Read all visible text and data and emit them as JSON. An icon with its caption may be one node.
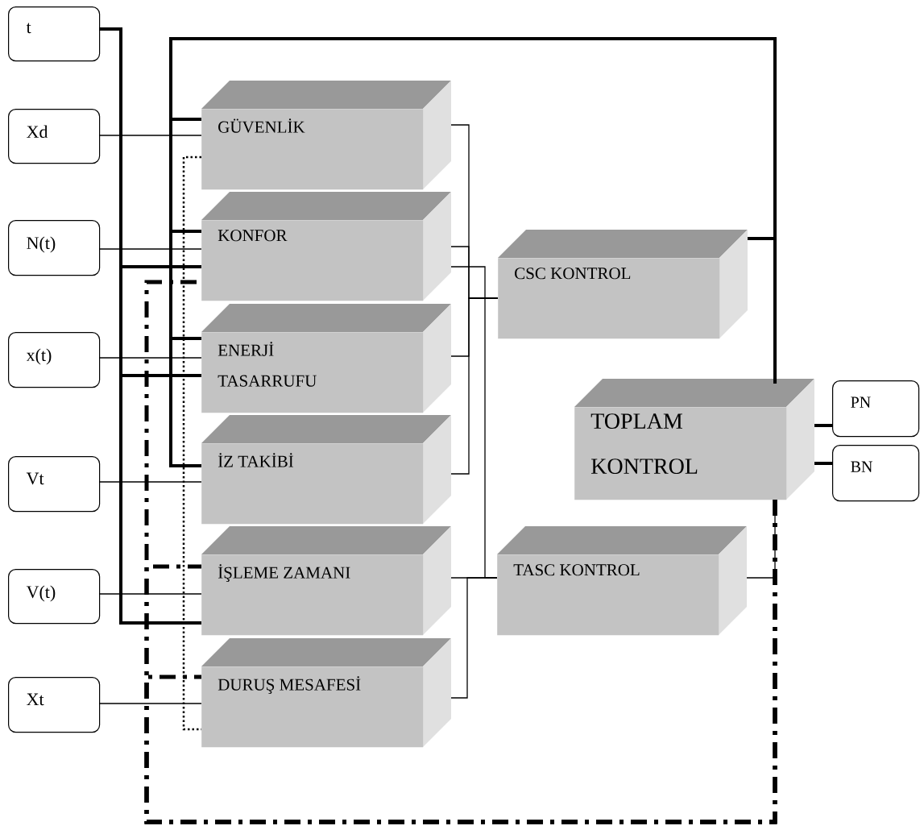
{
  "diagram": {
    "nodes": [
      {
        "text": [
          "t"
        ]
      },
      {
        "text": [
          "Xd"
        ]
      },
      {
        "text": [
          "N(t)"
        ]
      },
      {
        "text": [
          "x(t)"
        ]
      },
      {
        "text": [
          "Vt"
        ]
      },
      {
        "text": [
          "V(t)"
        ]
      },
      {
        "text": [
          "Xt"
        ]
      },
      {
        "text": [
          "GÜVENLİK"
        ]
      },
      {
        "text": [
          "KONFOR"
        ]
      },
      {
        "text": [
          "ENERJİ TASARRUFU"
        ]
      },
      {
        "text": [
          "İZ TAKİBİ"
        ]
      },
      {
        "text": [
          "İŞLEME ZAMANI"
        ]
      },
      {
        "text": [
          "DURUŞ MESAFESİ"
        ]
      },
      {
        "text": [
          "CSC KONTROL"
        ]
      },
      {
        "text": [
          "TOPLAM KONTROL"
        ]
      },
      {
        "text": [
          "TASC KONTROL"
        ]
      },
      {
        "text": [
          "PN"
        ]
      },
      {
        "text": [
          "BN"
        ]
      }
    ],
    "edges": [
      {
        "from": 1,
        "to": 7,
        "arrow": "none"
      },
      {
        "from": 2,
        "to": 8,
        "arrow": "none"
      },
      {
        "from": 3,
        "to": 9,
        "arrow": "none"
      },
      {
        "from": 4,
        "to": 10,
        "arrow": "none"
      },
      {
        "from": 5,
        "to": 11,
        "arrow": "none"
      },
      {
        "from": 6,
        "to": 12,
        "arrow": "none"
      },
      {
        "from": 0,
        "to": 8,
        "arrow": "none",
        "style": "thick"
      },
      {
        "from": 0,
        "to": 9,
        "arrow": "none",
        "style": "thick"
      },
      {
        "from": 0,
        "to": 11,
        "arrow": "none",
        "style": "thick"
      },
      {
        "from": 14,
        "to": 7,
        "arrow": "none",
        "style": "thick"
      },
      {
        "from": 14,
        "to": 8,
        "arrow": "none",
        "style": "thick"
      },
      {
        "from": 14,
        "to": 9,
        "arrow": "none",
        "style": "thick"
      },
      {
        "from": 14,
        "to": 10,
        "arrow": "none",
        "style": "thick"
      },
      {
        "from": 13,
        "to": 14,
        "arrow": "none",
        "style": "thick"
      },
      {
        "from": 7,
        "to": 13,
        "arrow": "none"
      },
      {
        "from": 8,
        "to": 13,
        "arrow": "none"
      },
      {
        "from": 9,
        "to": 13,
        "arrow": "none"
      },
      {
        "from": 10,
        "to": 13,
        "arrow": "none"
      },
      {
        "from": 8,
        "to": 15,
        "arrow": "none"
      },
      {
        "from": 11,
        "to": 15,
        "arrow": "none"
      },
      {
        "from": 12,
        "to": 15,
        "arrow": "none"
      },
      {
        "from": 14,
        "to": 16,
        "arrow": "none",
        "style": "thick"
      },
      {
        "from": 14,
        "to": 17,
        "arrow": "none",
        "style": "thick"
      },
      {
        "from": 14,
        "to": 8,
        "arrow": "none",
        "style": "dashed"
      },
      {
        "from": 14,
        "to": 11,
        "arrow": "none",
        "style": "dashed"
      },
      {
        "from": 14,
        "to": 12,
        "arrow": "none",
        "style": "dashed"
      },
      {
        "from": 15,
        "to": 14,
        "arrow": "none"
      },
      {
        "from": 7,
        "to": 12,
        "arrow": "none",
        "style": "dashed"
      }
    ]
  }
}
